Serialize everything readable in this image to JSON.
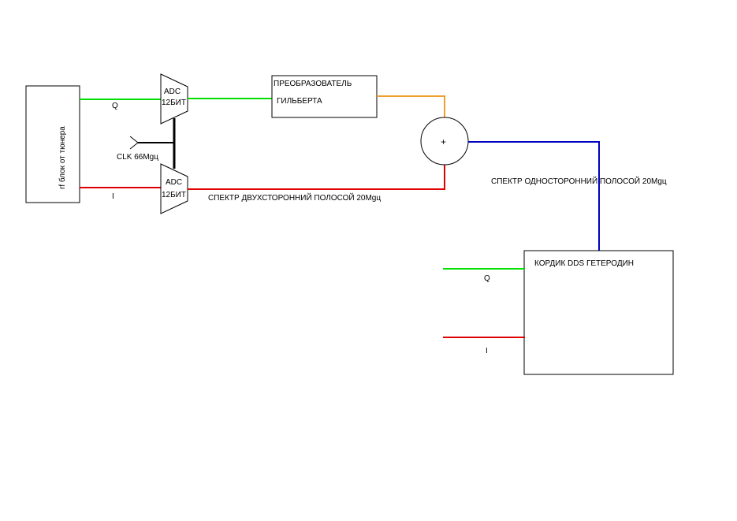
{
  "diagram": {
    "rf_block_label": "rf блок от тюнера",
    "adc_top": {
      "line1": "ADC",
      "line2": "12БИТ"
    },
    "adc_bottom": {
      "line1": "ADC",
      "line2": "12БИТ"
    },
    "clk_label": "CLK 66Mgц",
    "q_label_left": "Q",
    "i_label_left": "I",
    "gilbert_line1": "ПРЕОБРАЗОВАТЕЛЬ",
    "gilbert_line2": "ГИЛЬБЕРТА",
    "adder_symbol": "+",
    "double_sideband_label": "СПЕКТР ДВУХСТОРОННИЙ ПОЛОСОЙ 20Mgц",
    "single_sideband_label": "СПЕКТР ОДНОСТОРОННИЙ ПОЛОСОЙ 20Mgц",
    "cordic_label": "КОРДИК DDS ГЕТЕРОДИН",
    "q_label_right": "Q",
    "i_label_right": "I"
  },
  "colors": {
    "q_signal": "#00e000",
    "i_signal": "#e00000",
    "gilbert_out": "#f0a030",
    "single_sideband": "#0000c0",
    "clock": "#000000",
    "outline": "#000000"
  }
}
